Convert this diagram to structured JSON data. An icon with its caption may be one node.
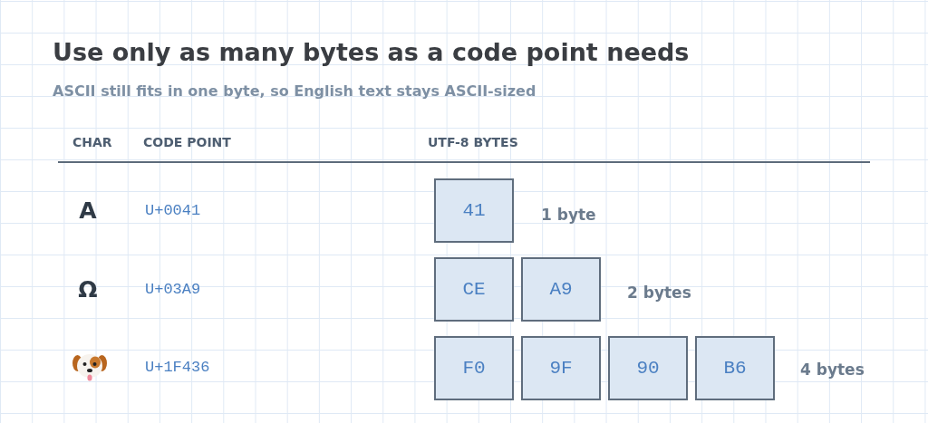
{
  "diagram": {
    "title": "Use only as many bytes as a code point needs",
    "nodes": [
      {
        "text": [
          "41"
        ]
      },
      {
        "text": [
          "CE"
        ]
      },
      {
        "text": [
          "A9"
        ]
      },
      {
        "text": [
          "F0"
        ]
      },
      {
        "text": [
          "9F"
        ]
      },
      {
        "text": [
          "90"
        ]
      },
      {
        "text": [
          "B6"
        ]
      }
    ],
    "labels": [
      "ASCII still fits in one byte, so English text stays ASCII-sized",
      "CHAR",
      "CODE POINT",
      "UTF-8 BYTES",
      "A",
      "U+0041",
      "1 byte",
      "Ω",
      "U+03A9",
      "2 bytes",
      "U+1F436",
      "4 bytes"
    ]
  }
}
